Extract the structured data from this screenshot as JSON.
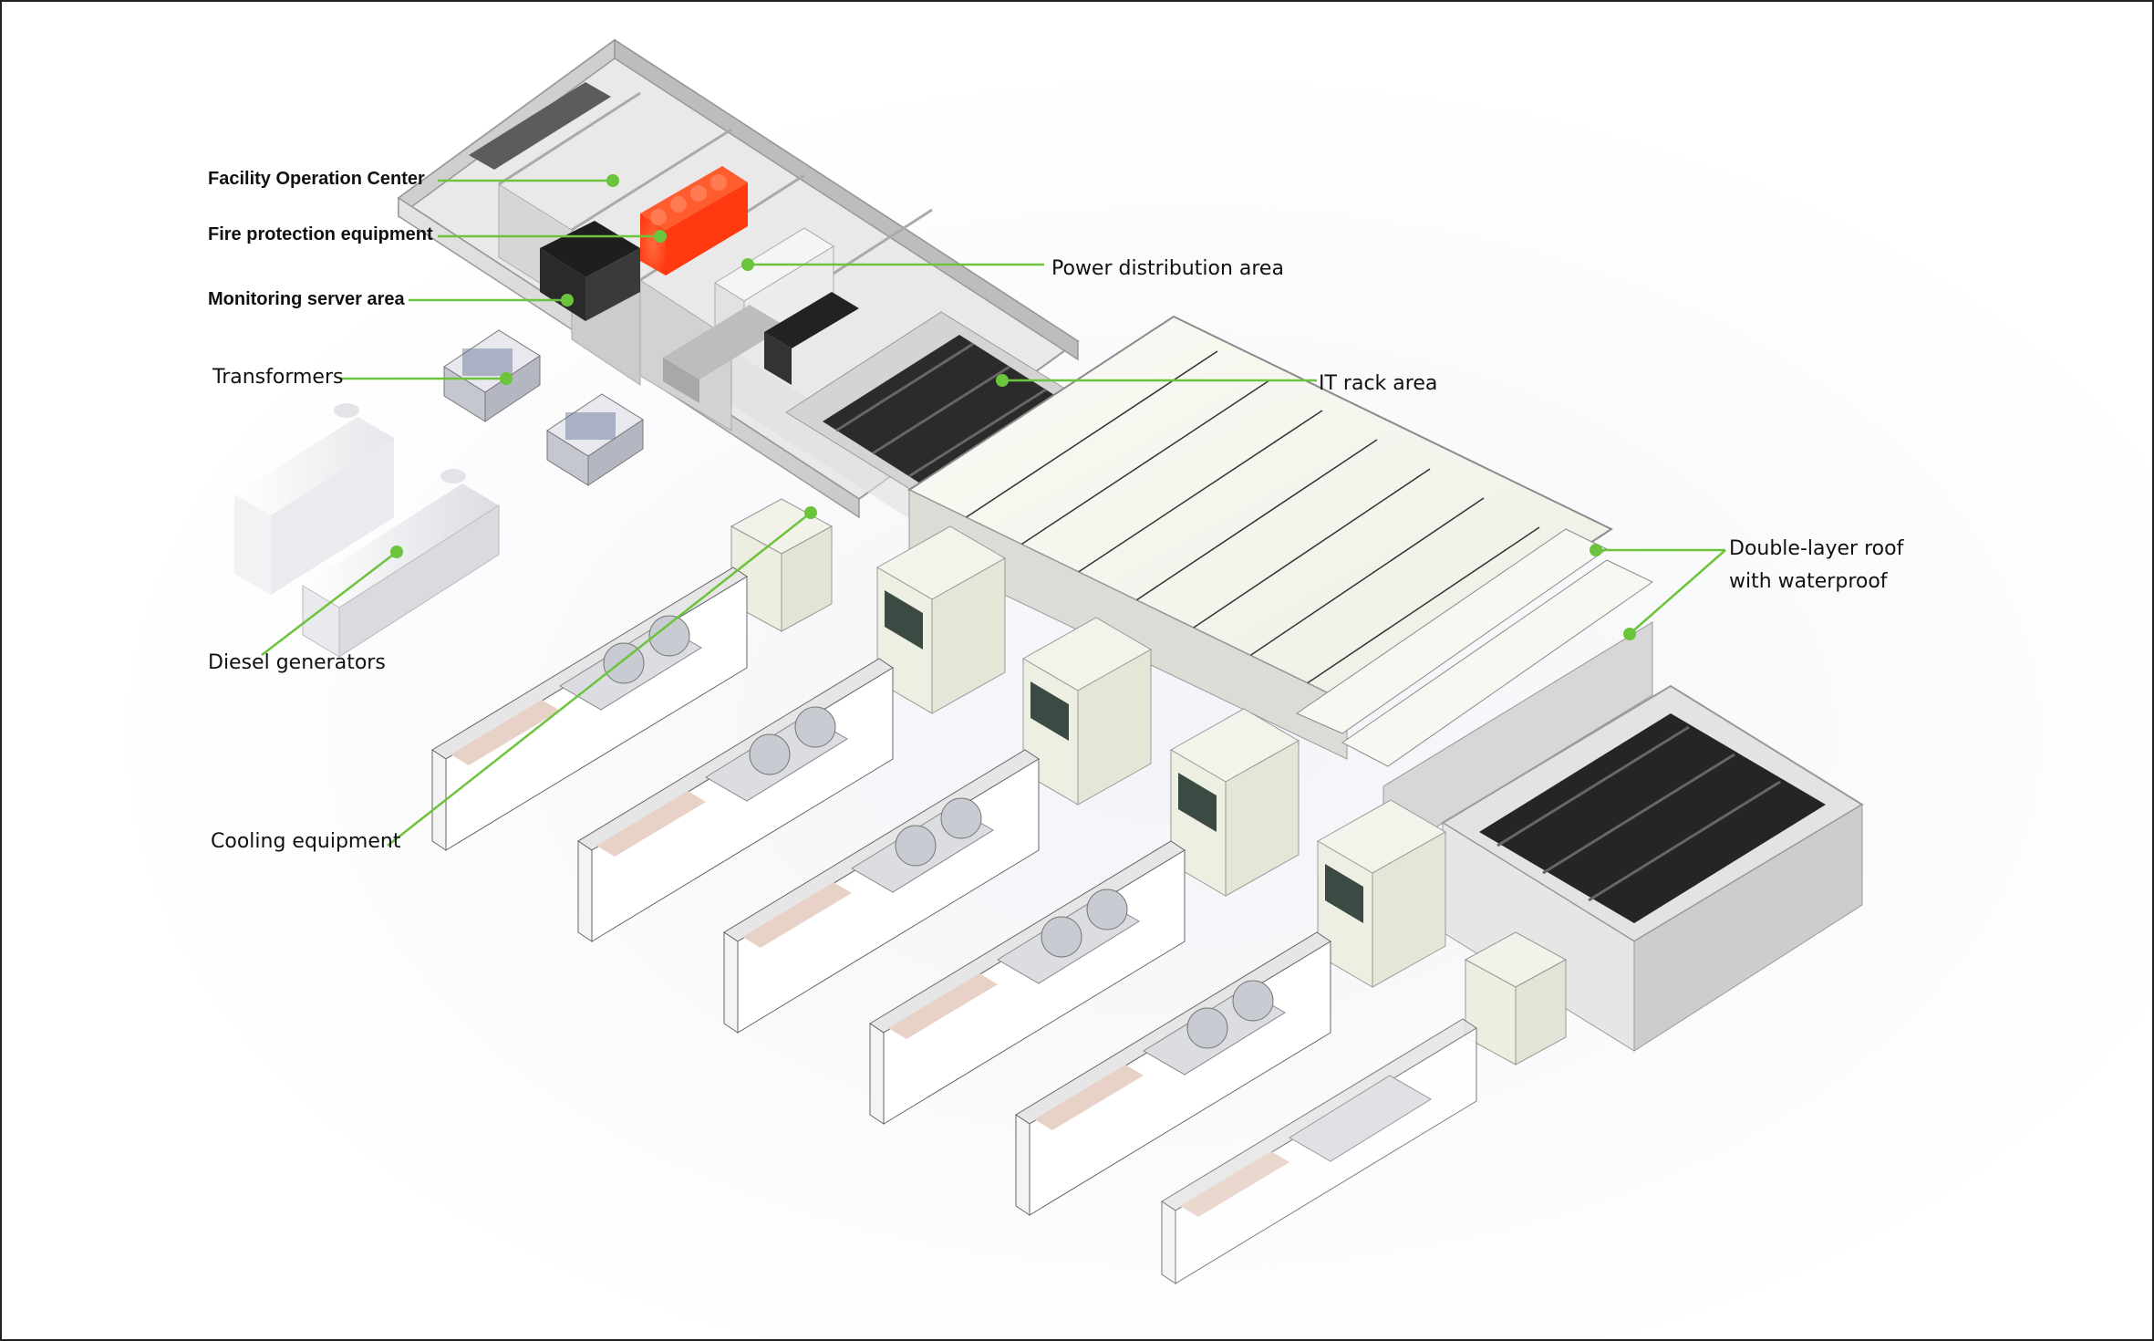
{
  "diagram": {
    "labels": {
      "facility_operation_center": "Facility Operation Center",
      "fire_protection_equipment": "Fire protection equipment",
      "monitoring_server_area": "Monitoring server area",
      "transformers": "Transformers",
      "diesel_generators": "Diesel generators",
      "cooling_equipment": "Cooling equipment",
      "power_distribution_area": "Power distribution area",
      "it_rack_area": "IT rack area",
      "double_layer_roof_line1": "Double-layer roof",
      "double_layer_roof_line2": "with waterproof"
    },
    "colors": {
      "callout": "#6cc33c",
      "fire_equipment": "#ff4a1c",
      "wall": "#d9d9d9",
      "floor": "#e6e6e6",
      "roof": "#f6f6ee",
      "rack": "#2a2a2a"
    }
  }
}
